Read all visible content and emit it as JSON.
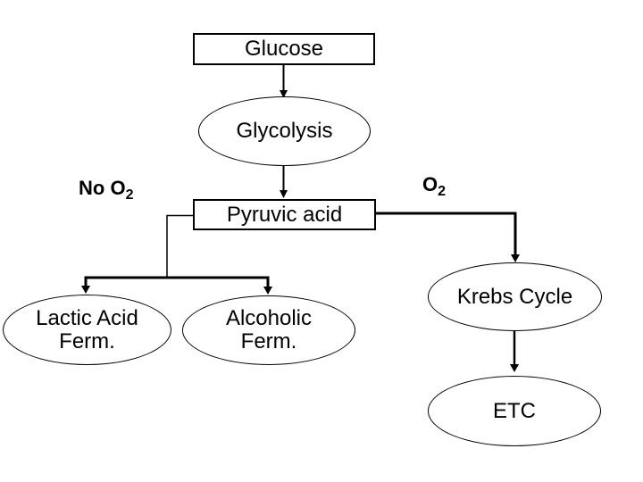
{
  "diagram": {
    "type": "flowchart",
    "topic": "cellular-respiration-pathways",
    "colors": {
      "line": "#000000",
      "text": "#000000",
      "background": "#ffffff"
    },
    "nodes": {
      "glucose": {
        "label": "Glucose",
        "shape": "rectangle"
      },
      "glycolysis": {
        "label": "Glycolysis",
        "shape": "ellipse"
      },
      "pyruvic": {
        "label": "Pyruvic acid",
        "shape": "rectangle"
      },
      "lactic": {
        "lines": [
          "Lactic Acid",
          "Ferm."
        ],
        "shape": "ellipse"
      },
      "alcoholic": {
        "lines": [
          "Alcoholic",
          "Ferm."
        ],
        "shape": "ellipse"
      },
      "krebs": {
        "label": "Krebs Cycle",
        "shape": "ellipse"
      },
      "etc": {
        "label": "ETC",
        "shape": "ellipse"
      }
    },
    "condition_labels": {
      "no_o2": {
        "text": "No O",
        "sub": "2"
      },
      "o2": {
        "text": "O",
        "sub": "2"
      }
    },
    "edges": [
      {
        "from": "Glucose",
        "to": "Glycolysis"
      },
      {
        "from": "Glycolysis",
        "to": "Pyruvic acid"
      },
      {
        "from": "Pyruvic acid",
        "to": "Lactic Acid Ferm.",
        "condition": "No O2"
      },
      {
        "from": "Pyruvic acid",
        "to": "Alcoholic Ferm.",
        "condition": "No O2"
      },
      {
        "from": "Pyruvic acid",
        "to": "Krebs Cycle",
        "condition": "O2"
      },
      {
        "from": "Krebs Cycle",
        "to": "ETC"
      }
    ]
  }
}
